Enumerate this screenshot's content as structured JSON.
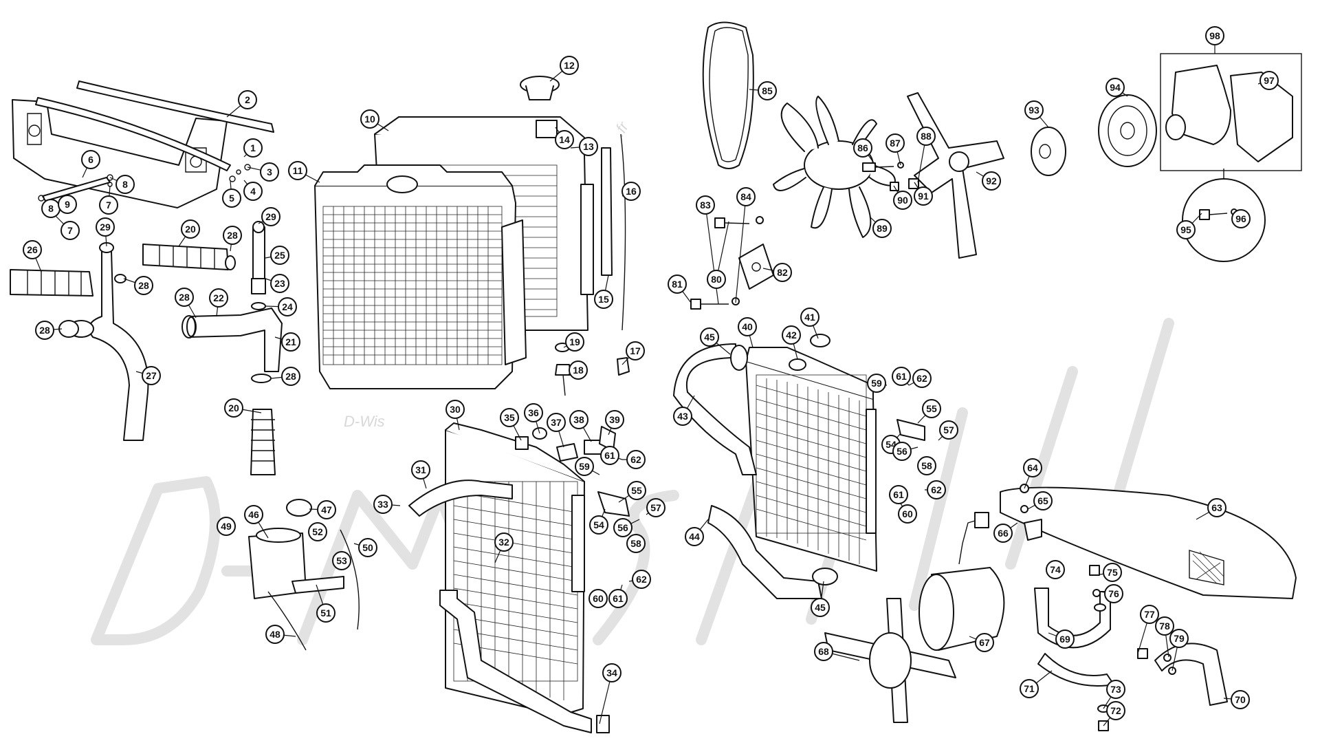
{
  "watermark": {
    "brand_text": "D-Wis",
    "domain_suffix": ".fr"
  },
  "callouts": [
    {
      "label": "1"
    },
    {
      "label": "2"
    },
    {
      "label": "3"
    },
    {
      "label": "4"
    },
    {
      "label": "5"
    },
    {
      "label": "6"
    },
    {
      "label": "7"
    },
    {
      "label": "7"
    },
    {
      "label": "8"
    },
    {
      "label": "8"
    },
    {
      "label": "9"
    },
    {
      "label": "10"
    },
    {
      "label": "11"
    },
    {
      "label": "12"
    },
    {
      "label": "13"
    },
    {
      "label": "14"
    },
    {
      "label": "15"
    },
    {
      "label": "16"
    },
    {
      "label": "17"
    },
    {
      "label": "18"
    },
    {
      "label": "19"
    },
    {
      "label": "20"
    },
    {
      "label": "20"
    },
    {
      "label": "21"
    },
    {
      "label": "22"
    },
    {
      "label": "23"
    },
    {
      "label": "24"
    },
    {
      "label": "25"
    },
    {
      "label": "26"
    },
    {
      "label": "27"
    },
    {
      "label": "28"
    },
    {
      "label": "28"
    },
    {
      "label": "28"
    },
    {
      "label": "28"
    },
    {
      "label": "28"
    },
    {
      "label": "29"
    },
    {
      "label": "29"
    },
    {
      "label": "30"
    },
    {
      "label": "31"
    },
    {
      "label": "32"
    },
    {
      "label": "33"
    },
    {
      "label": "34"
    },
    {
      "label": "35"
    },
    {
      "label": "36"
    },
    {
      "label": "37"
    },
    {
      "label": "38"
    },
    {
      "label": "39"
    },
    {
      "label": "40"
    },
    {
      "label": "41"
    },
    {
      "label": "42"
    },
    {
      "label": "43"
    },
    {
      "label": "44"
    },
    {
      "label": "45"
    },
    {
      "label": "45"
    },
    {
      "label": "46"
    },
    {
      "label": "47"
    },
    {
      "label": "48"
    },
    {
      "label": "49"
    },
    {
      "label": "50"
    },
    {
      "label": "51"
    },
    {
      "label": "52"
    },
    {
      "label": "53"
    },
    {
      "label": "54"
    },
    {
      "label": "54"
    },
    {
      "label": "55"
    },
    {
      "label": "55"
    },
    {
      "label": "56"
    },
    {
      "label": "56"
    },
    {
      "label": "57"
    },
    {
      "label": "57"
    },
    {
      "label": "58"
    },
    {
      "label": "58"
    },
    {
      "label": "59"
    },
    {
      "label": "59"
    },
    {
      "label": "60"
    },
    {
      "label": "60"
    },
    {
      "label": "61"
    },
    {
      "label": "61"
    },
    {
      "label": "61"
    },
    {
      "label": "61"
    },
    {
      "label": "62"
    },
    {
      "label": "62"
    },
    {
      "label": "62"
    },
    {
      "label": "62"
    },
    {
      "label": "63"
    },
    {
      "label": "64"
    },
    {
      "label": "65"
    },
    {
      "label": "66"
    },
    {
      "label": "67"
    },
    {
      "label": "68"
    },
    {
      "label": "69"
    },
    {
      "label": "70"
    },
    {
      "label": "71"
    },
    {
      "label": "72"
    },
    {
      "label": "73"
    },
    {
      "label": "74"
    },
    {
      "label": "75"
    },
    {
      "label": "76"
    },
    {
      "label": "77"
    },
    {
      "label": "78"
    },
    {
      "label": "79"
    },
    {
      "label": "80"
    },
    {
      "label": "81"
    },
    {
      "label": "82"
    },
    {
      "label": "83"
    },
    {
      "label": "84"
    },
    {
      "label": "85"
    },
    {
      "label": "86"
    },
    {
      "label": "87"
    },
    {
      "label": "88"
    },
    {
      "label": "89"
    },
    {
      "label": "90"
    },
    {
      "label": "91"
    },
    {
      "label": "92"
    },
    {
      "label": "93"
    },
    {
      "label": "94"
    },
    {
      "label": "95"
    },
    {
      "label": "96"
    },
    {
      "label": "97"
    },
    {
      "label": "98"
    }
  ]
}
